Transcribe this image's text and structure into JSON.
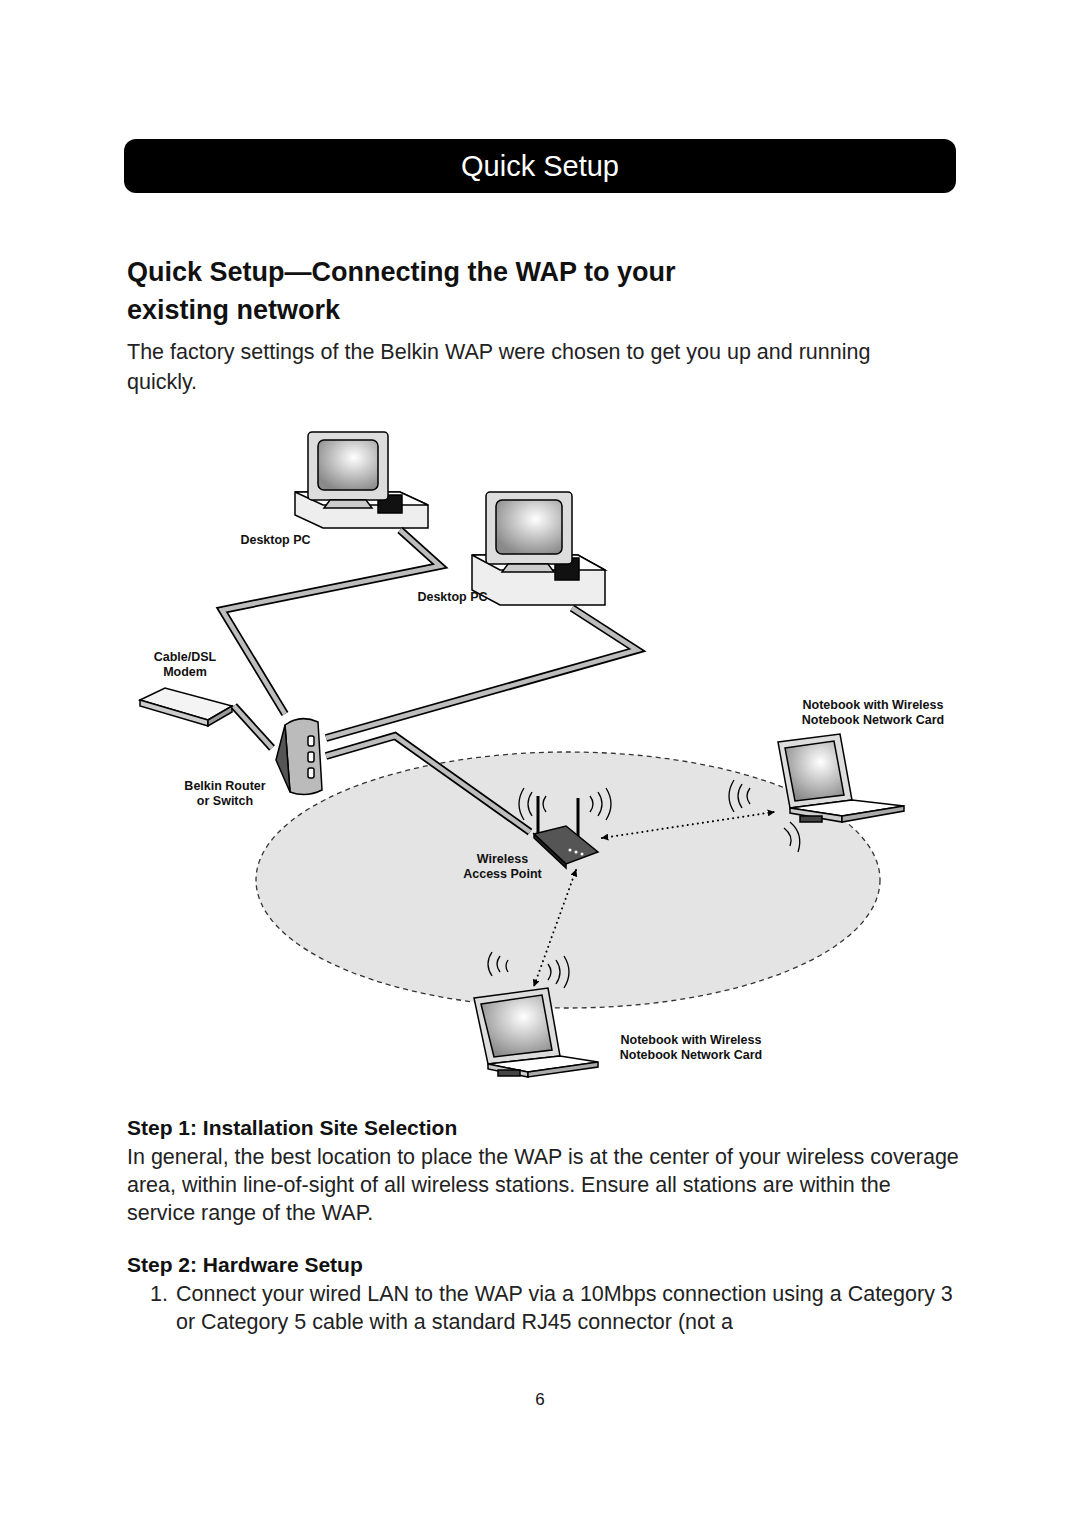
{
  "diagram": {
    "title": "Quick Setup—Connecting the WAP to your existing network",
    "nodes": [
      {
        "text": [
          "Desktop PC"
        ]
      },
      {
        "text": [
          "Desktop PC"
        ]
      },
      {
        "text": [
          "Cable/DSL Modem"
        ]
      },
      {
        "text": [
          "Belkin Router or Switch"
        ]
      },
      {
        "text": [
          "Wireless Access Point"
        ]
      },
      {
        "text": [
          "Notebook with Wireless Notebook Network Card"
        ]
      },
      {
        "text": [
          "Notebook with Wireless Notebook Network Card"
        ]
      }
    ],
    "edges": [
      {
        "from": 0,
        "to": 3,
        "arrow": "none"
      },
      {
        "from": 1,
        "to": 3,
        "arrow": "none"
      },
      {
        "from": 2,
        "to": 3,
        "arrow": "none"
      },
      {
        "from": 3,
        "to": 4,
        "arrow": "none"
      },
      {
        "from": 4,
        "to": 5,
        "arrow": "both"
      },
      {
        "from": 4,
        "to": 6,
        "arrow": "both"
      }
    ],
    "labels": [
      "Quick Setup",
      "The factory settings of the Belkin WAP were chosen to get you up and running quickly.",
      "Step 1: Installation Site Selection",
      "In general, the best location to place the WAP is at the center of your wireless coverage area, within line-of-sight of all wireless stations. Ensure all stations are within the service range of the WAP.",
      "Step 2: Hardware Setup",
      "1.",
      "Connect your wired LAN to the WAP via a 10Mbps connection using a Category 3 or Category 5 cable with a standard RJ45 connector (not a",
      "6"
    ]
  }
}
